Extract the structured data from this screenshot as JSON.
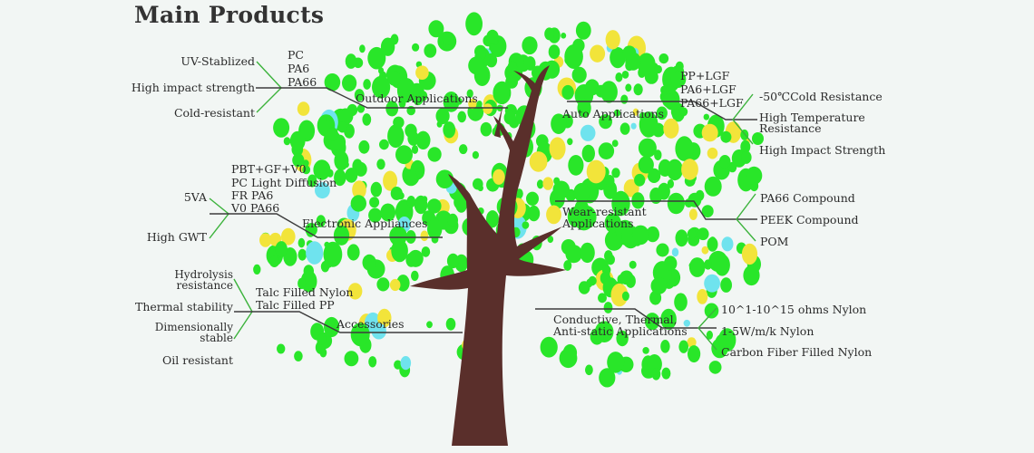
{
  "title": "Main Products",
  "colors": {
    "background": "#f2f6f4",
    "leaf_green": "#29e629",
    "leaf_yellow": "#f2e43a",
    "leaf_cyan": "#6fe3ee",
    "trunk": "#5a2f2b",
    "connector_line": "#3c3c3c",
    "feature_line": "#3cb33c"
  },
  "branches": {
    "outdoor": {
      "category": "Outdoor Applications",
      "materials": [
        "PC",
        "PA6",
        "PA66"
      ],
      "features": [
        "UV-Stablized",
        "High impact strength",
        "Cold-resistant"
      ]
    },
    "electronic": {
      "category": "Electronic Appliances",
      "materials": [
        "PBT+GF+V0",
        "PC Light Diffusion",
        "FR PA6",
        "V0 PA66"
      ],
      "features": [
        "5VA",
        "High GWT"
      ]
    },
    "accessories": {
      "category": "Accessories",
      "materials": [
        "Talc Filled Nylon",
        "Talc Filled PP"
      ],
      "features": [
        "Hydrolysis resistance",
        "Thermal stability",
        "Dimensionally stable",
        "Oil resistant"
      ]
    },
    "auto": {
      "category": "Auto Applications",
      "materials": [
        "PP+LGF",
        "PA6+LGF",
        "PA66+LGF"
      ],
      "features": [
        "-50℃Cold Resistance",
        "High Temperature Resistance",
        "High Impact Strength"
      ]
    },
    "wear": {
      "category": "Wear-resistant Applications",
      "features": [
        "PA66 Compound",
        "PEEK Compound",
        "POM"
      ]
    },
    "conductive": {
      "category": "Conductive, Thermal, Anti-static Applications",
      "features": [
        "10^1-10^15 ohms Nylon",
        "1-5W/m/k Nylon",
        "Carbon Fiber Filled Nylon"
      ]
    }
  }
}
